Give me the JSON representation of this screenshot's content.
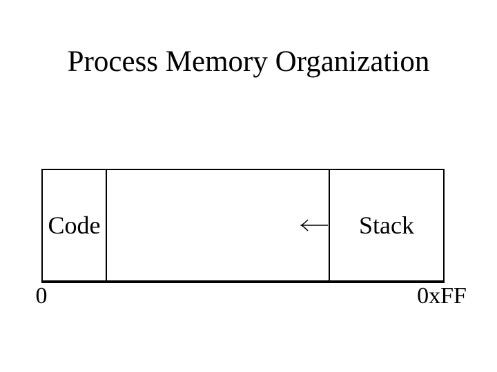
{
  "title": "Process Memory Organization",
  "memory_diagram": {
    "code_label": "Code",
    "stack_label": "Stack",
    "growth_arrow_icon": "left-arrow",
    "address_start": "0",
    "address_end": "0xFF"
  },
  "colors": {
    "foreground": "#000000",
    "background": "#ffffff"
  }
}
